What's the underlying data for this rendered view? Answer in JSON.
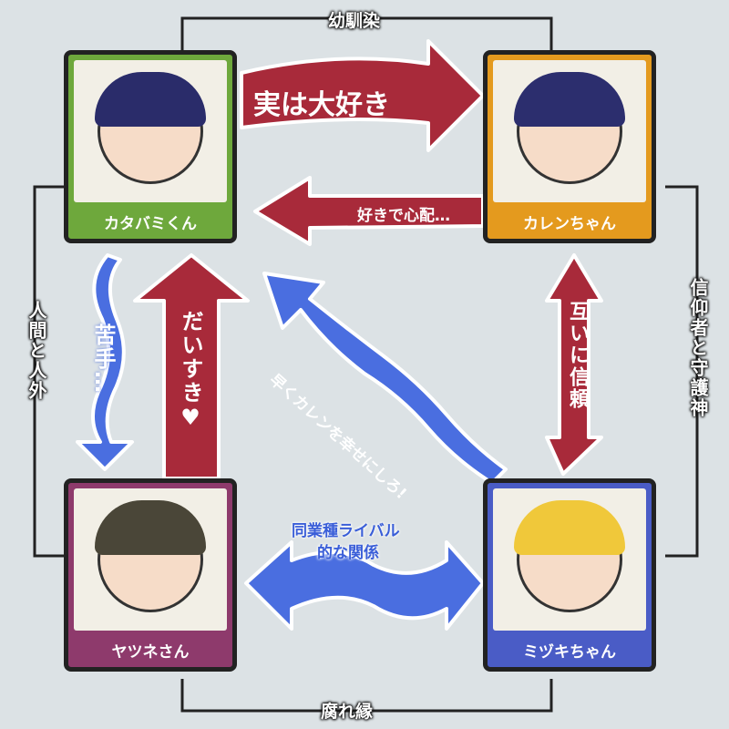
{
  "characters": [
    {
      "name": "カタバミくん",
      "color": "#6ea83c",
      "hair": "#2a2c6a"
    },
    {
      "name": "カレンちゃん",
      "color": "#e49a1e",
      "hair": "#2c2e6e"
    },
    {
      "name": "ヤツネさん",
      "color": "#8e3a6c",
      "hair": "#4a4638"
    },
    {
      "name": "ミヅキちゃん",
      "color": "#4a5cc6",
      "hair": "#f0c83a"
    }
  ],
  "relations": {
    "top": "幼馴染",
    "bottom": "腐れ縁",
    "left": "人間と人外",
    "right": "信仰者と守護神",
    "katabami_to_karen": "実は大好き",
    "karen_to_katabami": "好きで心配…",
    "katabami_to_yatsune": "苦手…",
    "yatsune_to_katabami": "だいすき♥",
    "karen_mizuki": "互いに信頼",
    "mizuki_to_katabami": "早くカレンを幸せにしろ!",
    "yatsune_mizuki_1": "同業種ライバル",
    "yatsune_mizuki_2": "的な関係"
  },
  "colors": {
    "red": "#a82a3a",
    "blue": "#4a6ee0",
    "background": "#dce2e5"
  }
}
